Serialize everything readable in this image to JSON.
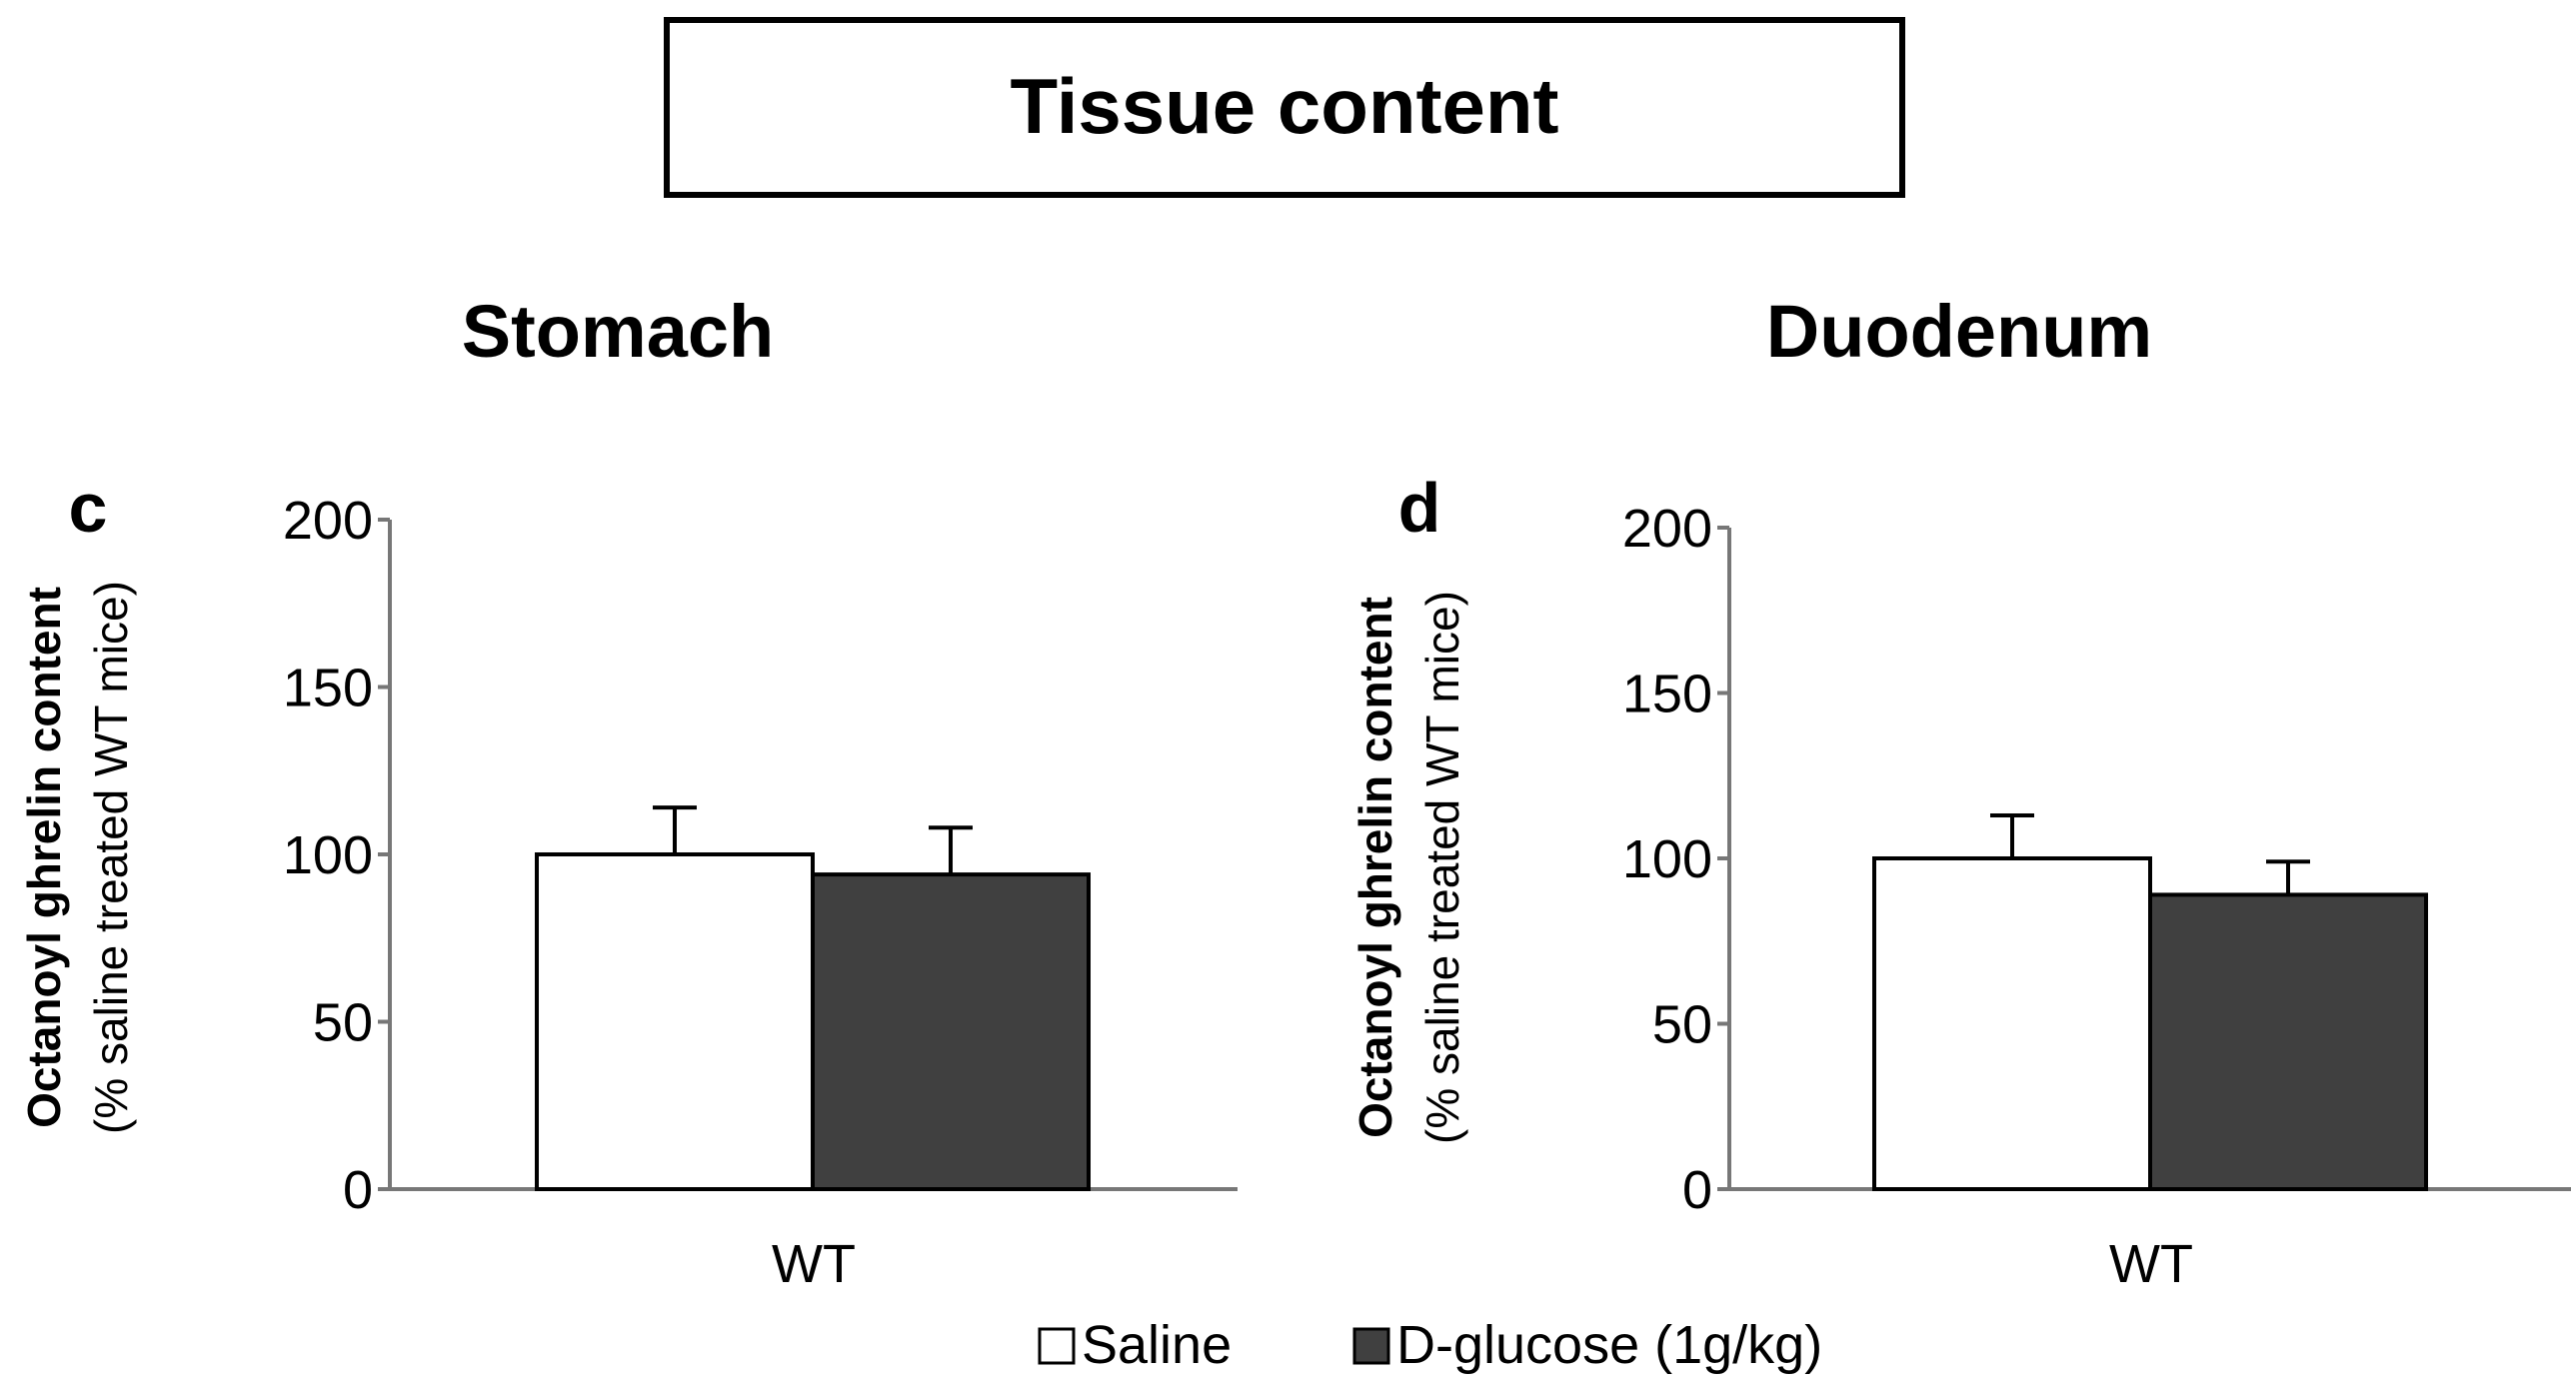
{
  "figure": {
    "title": "Tissue content",
    "legend": {
      "placement": "bottom-center",
      "items": [
        {
          "label": "Saline",
          "color": "#ffffff"
        },
        {
          "label": "D-glucose (1g/kg)",
          "color": "#404040"
        }
      ]
    }
  },
  "chart_data": [
    {
      "type": "bar",
      "panel_letter": "c",
      "title": "Stomach",
      "ylabel_line1": "Octanoyl ghrelin content",
      "ylabel_line2": "(% saline treated WT mice)",
      "xlabel": "",
      "categories": [
        "WT"
      ],
      "ylim": [
        0,
        200
      ],
      "yticks": [
        0,
        50,
        100,
        150,
        200
      ],
      "grid": false,
      "series": [
        {
          "name": "Saline",
          "values": [
            100
          ],
          "errors": [
            14
          ],
          "color": "#ffffff"
        },
        {
          "name": "D-glucose (1g/kg)",
          "values": [
            94
          ],
          "errors": [
            14
          ],
          "color": "#404040"
        }
      ]
    },
    {
      "type": "bar",
      "panel_letter": "d",
      "title": "Duodenum",
      "ylabel_line1": "Octanoyl ghrelin content",
      "ylabel_line2": "(% saline treated WT mice)",
      "xlabel": "",
      "categories": [
        "WT"
      ],
      "ylim": [
        0,
        200
      ],
      "yticks": [
        0,
        50,
        100,
        150,
        200
      ],
      "grid": false,
      "series": [
        {
          "name": "Saline",
          "values": [
            100
          ],
          "errors": [
            13
          ],
          "color": "#ffffff"
        },
        {
          "name": "D-glucose (1g/kg)",
          "values": [
            89
          ],
          "errors": [
            10
          ],
          "color": "#404040"
        }
      ]
    }
  ]
}
